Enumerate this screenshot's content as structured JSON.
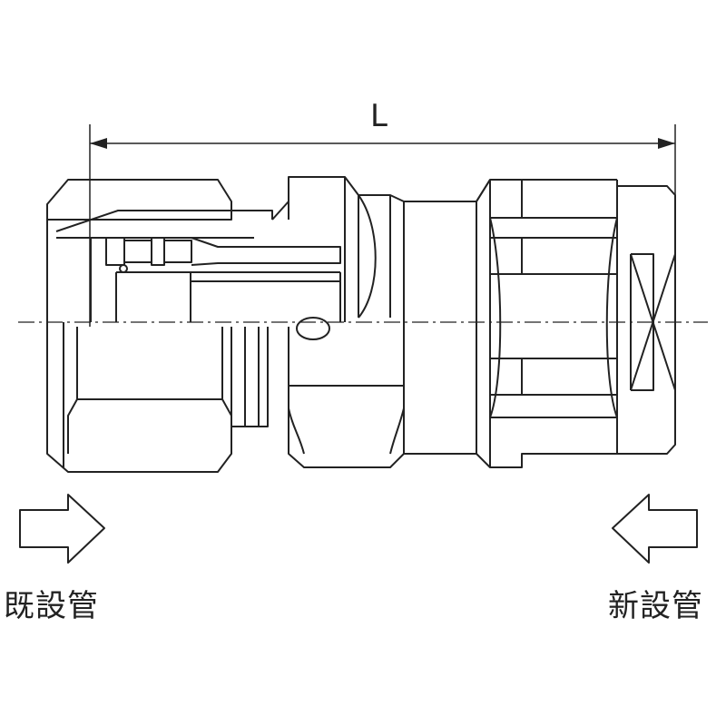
{
  "dimension": {
    "label": "L"
  },
  "flow": {
    "left_label": "既設管",
    "right_label": "新設管",
    "left_arrow_icon": "arrow-right-icon",
    "right_arrow_icon": "arrow-left-icon"
  },
  "colors": {
    "line": "#222222",
    "background": "#ffffff"
  }
}
